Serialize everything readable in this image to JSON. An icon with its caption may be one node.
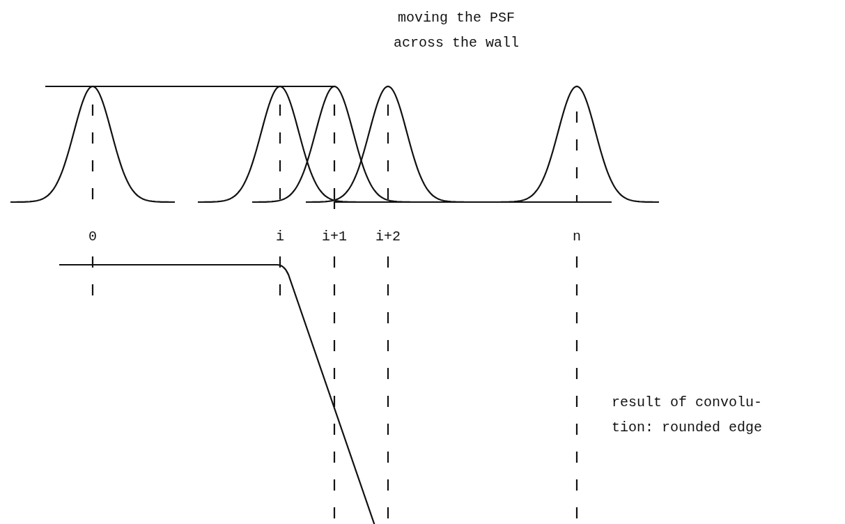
{
  "diagram": {
    "labels": [
      "moving the PSF across the wall",
      "0",
      "i",
      "i+1",
      "i+2",
      "n",
      "result of convolu- tion: rounded edge"
    ]
  }
}
